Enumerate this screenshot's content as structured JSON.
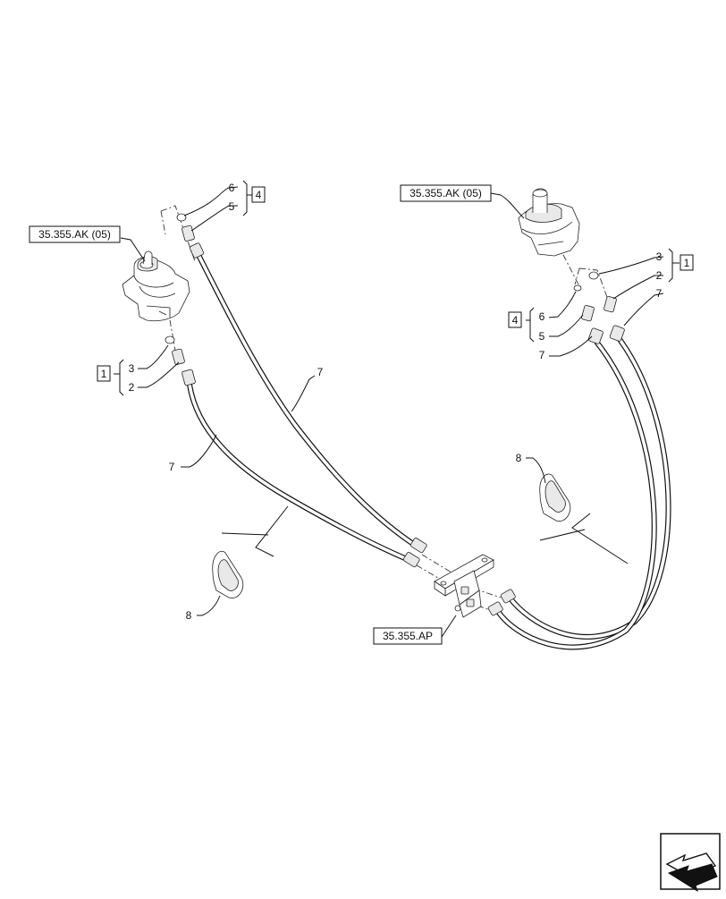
{
  "refs": {
    "left_joystick": "35.355.AK (05)",
    "right_joystick": "35.355.AK (05)",
    "valve_block": "35.355.AP"
  },
  "callouts": {
    "c3": "3",
    "c2": "2",
    "c5": "5",
    "c6": "6",
    "c7": "7",
    "c8": "8"
  },
  "kits": {
    "kit1": "1",
    "kit4": "4"
  },
  "icons": {
    "nav": "next-page-arrow-icon"
  }
}
